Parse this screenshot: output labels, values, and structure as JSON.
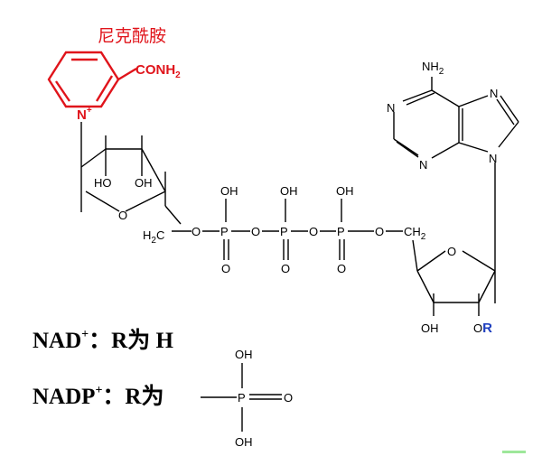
{
  "nicotinamide": {
    "name": "尼克酰胺",
    "amide": "CONH",
    "amide_sub": "2",
    "ring_n": "N",
    "ring_charge": "+",
    "color": "#e0141b"
  },
  "ribose1": {
    "oh_left": "HO",
    "oh_right": "OH",
    "ring_o": "O"
  },
  "linker": {
    "h2c_h": "H",
    "h2c_sub": "2",
    "h2c_c": "C",
    "o1": "O",
    "o2": "O",
    "o3": "O",
    "o4": "O"
  },
  "phosphates": [
    {
      "p": "P",
      "oh": "OH",
      "dbl_o": "O"
    },
    {
      "p": "P",
      "oh": "OH",
      "dbl_o": "O"
    },
    {
      "p": "P",
      "oh": "OH",
      "dbl_o": "O"
    }
  ],
  "ch2_right": {
    "c": "CH",
    "sub": "2"
  },
  "adenine": {
    "nh2": "NH",
    "nh2_sub": "2",
    "n1": "N",
    "n3": "N",
    "n7": "N",
    "n9": "N"
  },
  "ribose2": {
    "ring_o": "O",
    "oh": "OH",
    "o_r": "O",
    "r": "R",
    "r_color": "#1f3fbf"
  },
  "captions": {
    "nad": "NAD",
    "nad_sup": "+",
    "nad_rest": "：R为 H",
    "nadp": "NADP",
    "nadp_sup": "+",
    "nadp_rest": "：R为",
    "p_group": {
      "p": "P",
      "oh_top": "OH",
      "oh_bottom": "OH",
      "o": "O"
    }
  }
}
